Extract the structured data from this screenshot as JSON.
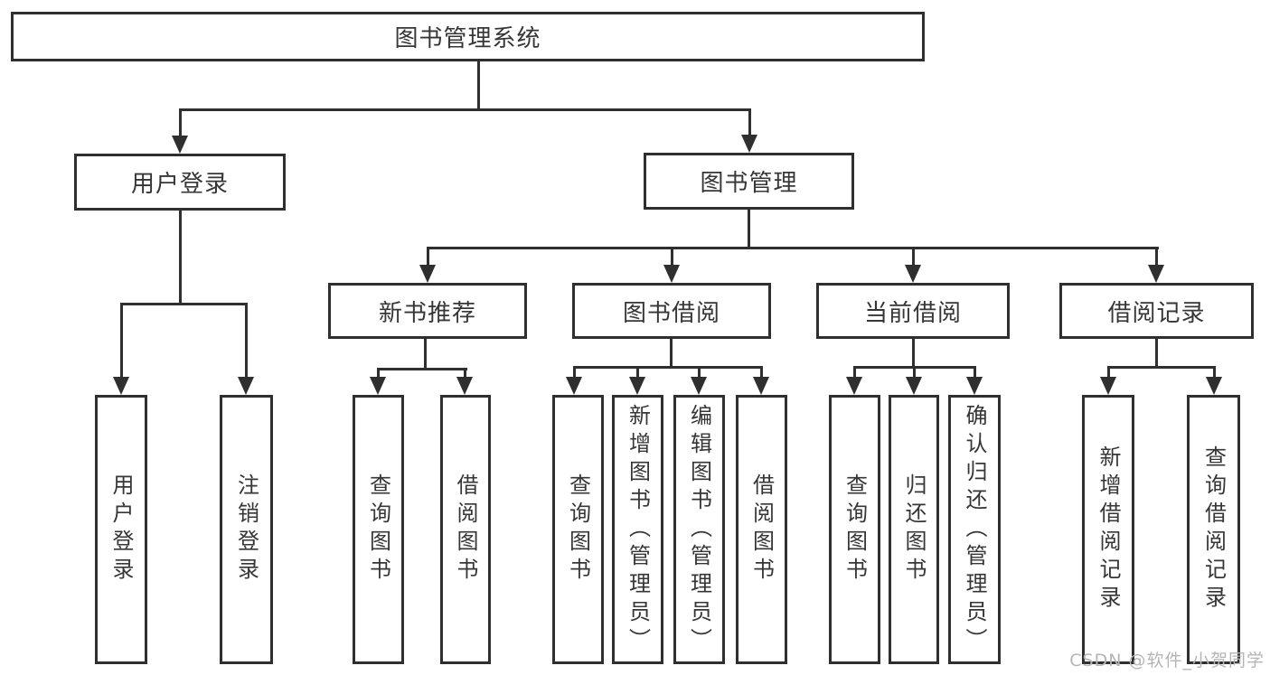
{
  "nodes": {
    "root": "图书管理系统",
    "level2": [
      "用户登录",
      "图书管理"
    ],
    "level3": [
      "新书推荐",
      "图书借阅",
      "当前借阅",
      "借阅记录"
    ],
    "level4": {
      "user_login_children": [
        "用户登录",
        "注销登录"
      ],
      "new_book_children": [
        "查询图书",
        "借阅图书"
      ],
      "book_borrow_children": [
        "查询图书",
        "新增图书（管理员）",
        "编辑图书（管理员）",
        "借阅图书"
      ],
      "current_borrow_children": [
        "查询图书",
        "归还图书",
        "确认归还（管理员）"
      ],
      "borrow_record_children": [
        "新增借阅记录",
        "查询借阅记录"
      ]
    }
  },
  "watermark": {
    "text": "CSDN @软件_小贺同学"
  },
  "colors": {
    "line": "#2f2f2f",
    "text": "#363636",
    "background": "#ffffff",
    "watermark": "#b5b5b5"
  }
}
